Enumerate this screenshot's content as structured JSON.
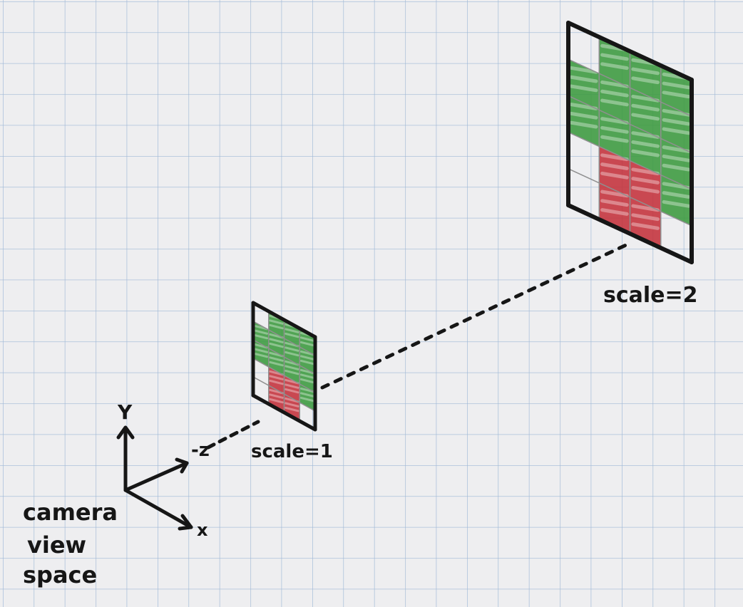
{
  "labels": {
    "axis_y": "Y",
    "axis_x": "x",
    "axis_neg_z": "-z",
    "caption_line1": "camera",
    "caption_line2": "view",
    "caption_line3": "space",
    "scale_near": "scale=1",
    "scale_far": "scale=2"
  },
  "colors": {
    "paper": "#eeeef0",
    "grid": "#9fb8d6",
    "ink": "#161616",
    "green": "#3b9a3e",
    "red": "#c4313a",
    "cell_line": "#8f8f8f"
  },
  "grid_pattern": {
    "rows": 5,
    "cols": 4,
    "cells": [
      [
        "empty",
        "green",
        "green",
        "green"
      ],
      [
        "green",
        "green",
        "green",
        "green"
      ],
      [
        "green",
        "green",
        "green",
        "green"
      ],
      [
        "empty",
        "red",
        "red",
        "green"
      ],
      [
        "empty",
        "red",
        "red",
        "empty"
      ]
    ]
  }
}
